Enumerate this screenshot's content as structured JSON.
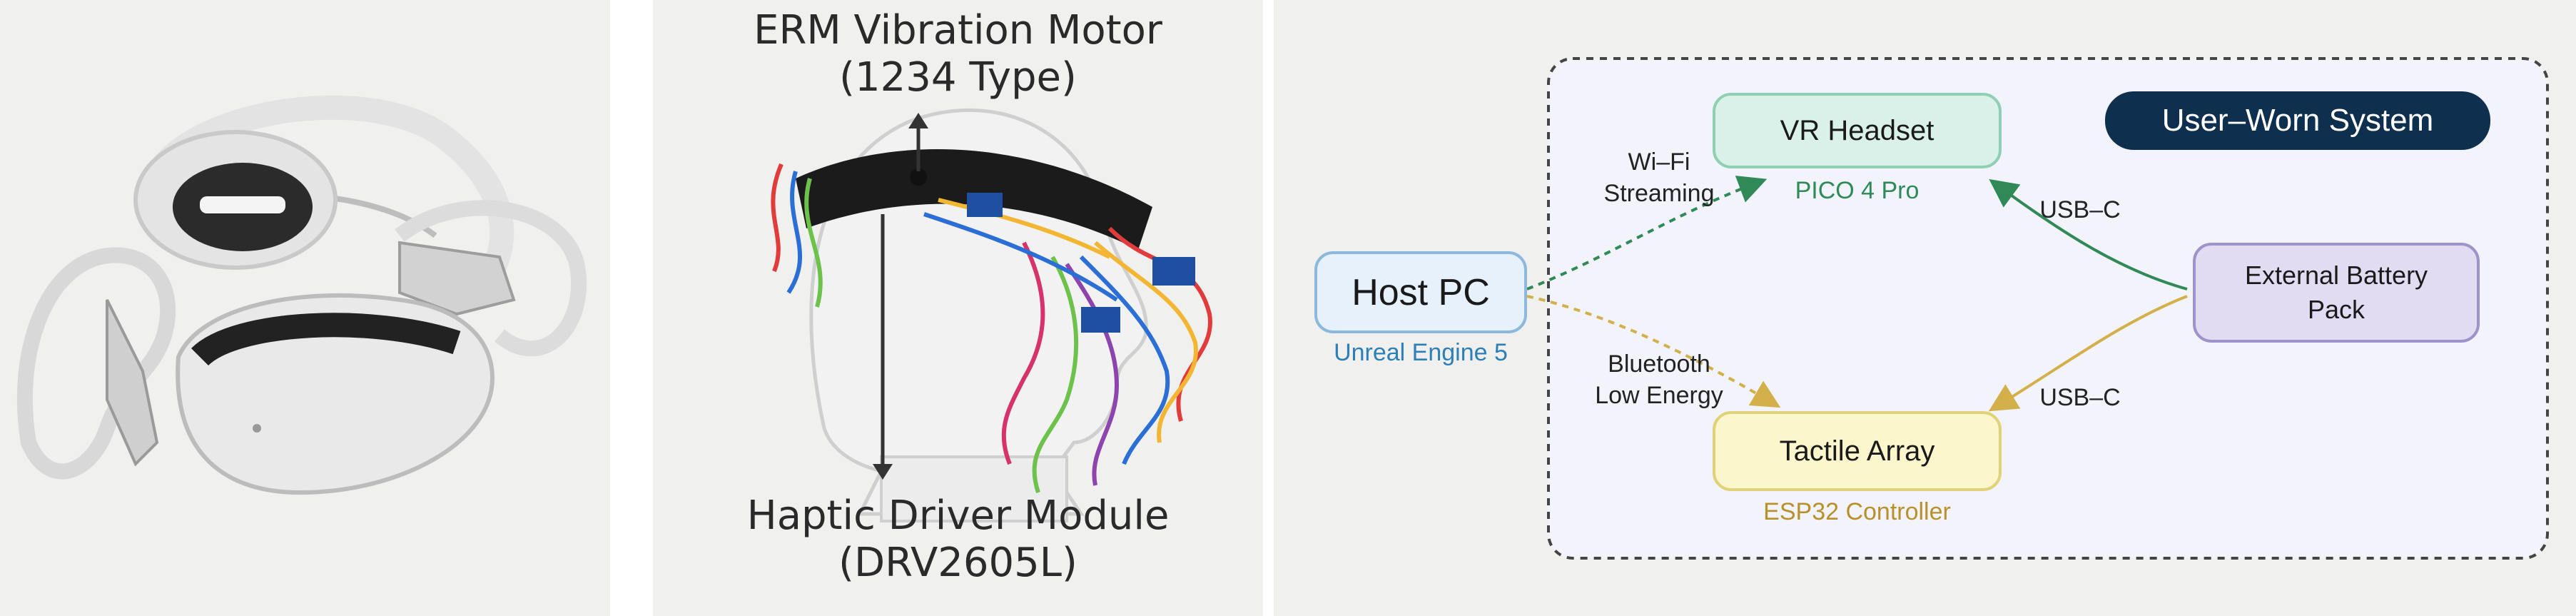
{
  "motor_label": {
    "line1": "ERM Vibration Motor",
    "line2": "(1234 Type)"
  },
  "driver_label": {
    "line1": "Haptic Driver Module",
    "line2": "(DRV2605L)"
  },
  "system": {
    "title": "User–Worn System",
    "nodes": {
      "vr_headset": {
        "label": "VR Headset",
        "sublabel": "PICO 4 Pro",
        "fill": "#daf1e9",
        "stroke": "#8fcfb4",
        "subcolor": "#2e8b57"
      },
      "host_pc": {
        "label": "Host PC",
        "sublabel": "Unreal Engine 5",
        "fill": "#e6f1fb",
        "stroke": "#8cb8de",
        "subcolor": "#2d7fb8"
      },
      "tactile_array": {
        "label": "Tactile Array",
        "sublabel": "ESP32 Controller",
        "fill": "#fbf6cc",
        "stroke": "#e0d277",
        "subcolor": "#b8912a"
      },
      "battery": {
        "label_line1": "External Battery",
        "label_line2": "Pack",
        "fill": "#e2dcf2",
        "stroke": "#9f93cc"
      }
    },
    "edges": {
      "wifi": {
        "line1": "Wi–Fi",
        "line2": "Streaming"
      },
      "ble": {
        "line1": "Bluetooth",
        "line2": "Low Energy"
      },
      "usb_top": "USB–C",
      "usb_bottom": "USB–C"
    },
    "colors": {
      "green_link": "#2f8a57",
      "gold_link": "#d3b04a",
      "container_bg": "#f2f3fb",
      "dash": "#444444"
    }
  }
}
